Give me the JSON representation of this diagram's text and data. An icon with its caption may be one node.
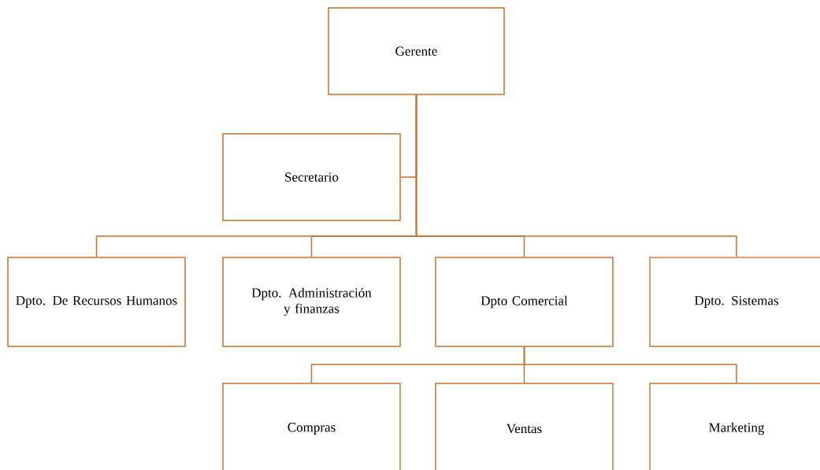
{
  "diagram": {
    "nodes": [
      {
        "text": [
          "Gerente"
        ]
      },
      {
        "text": [
          "Secretario"
        ]
      },
      {
        "text": [
          "Dpto. De Recursos Humanos"
        ]
      },
      {
        "text": [
          "Dpto. Administración y finanzas"
        ]
      },
      {
        "text": [
          "Dpto Comercial"
        ]
      },
      {
        "text": [
          "Dpto. Sistemas"
        ]
      },
      {
        "text": [
          "Compras"
        ]
      },
      {
        "text": [
          "Ventas"
        ]
      },
      {
        "text": [
          "Marketing"
        ]
      }
    ],
    "edges": [
      {
        "from": 0,
        "to": 1,
        "arrow": "none"
      },
      {
        "from": 0,
        "to": 2,
        "arrow": "none"
      },
      {
        "from": 0,
        "to": 3,
        "arrow": "none"
      },
      {
        "from": 0,
        "to": 4,
        "arrow": "none"
      },
      {
        "from": 0,
        "to": 5,
        "arrow": "none"
      },
      {
        "from": 4,
        "to": 6,
        "arrow": "none"
      },
      {
        "from": 4,
        "to": 7,
        "arrow": "none"
      },
      {
        "from": 4,
        "to": 8,
        "arrow": "none"
      }
    ]
  }
}
